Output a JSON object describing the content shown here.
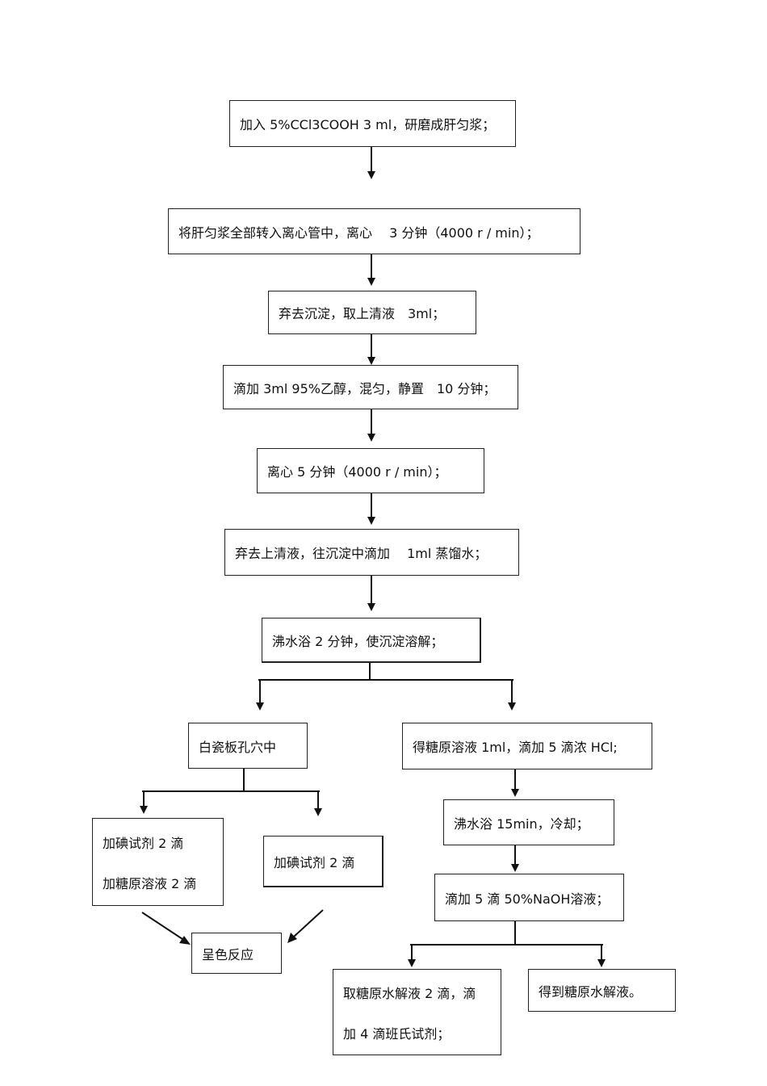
{
  "steps": {
    "s1": "加入 5%CCl3COOH 3 ml，研磨成肝匀浆；",
    "s2": "将肝匀浆全部转入离心管中，离心　 3 分钟（4000 r / min）；",
    "s3": "弃去沉淀，取上清液　3ml；",
    "s4": "滴加 3ml 95%乙醇，混匀，静置　10 分钟；",
    "s5": "离心 5 分钟（4000 r / min）；",
    "s6": "弃去上清液，往沉淀中滴加　 1ml 蒸馏水；",
    "s7": "沸水浴 2 分钟，使沉淀溶解；"
  },
  "left_branch": {
    "plate": "白瓷板孔穴中",
    "a_line1": "加碘试剂 2 滴",
    "a_line2": "加糖原溶液 2 滴",
    "b": "加碘试剂 2 滴",
    "result": "呈色反应"
  },
  "right_branch": {
    "r1": "得糖原溶液 1ml，滴加 5 滴浓 HCl;",
    "r2": "沸水浴 15min，冷却；",
    "r3": "滴加 5 滴 50%NaOH溶液；",
    "r4_line1": "取糖原水解液 2 滴，滴",
    "r4_line2": "加 4 滴班氏试剂；",
    "r5": "得到糖原水解液。"
  }
}
